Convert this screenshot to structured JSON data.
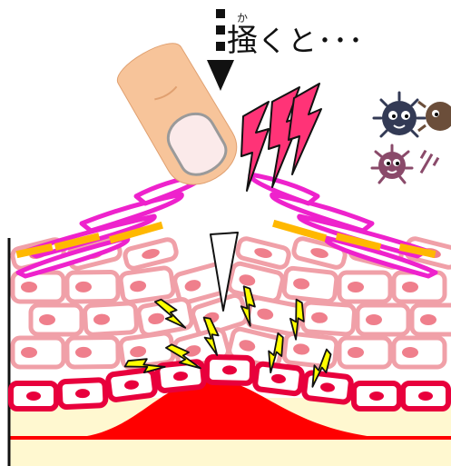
{
  "caption": {
    "ruby": "か",
    "kanji": "掻",
    "rest": "くと･･･"
  },
  "colors": {
    "skin_cell_stroke": "#f0a0a8",
    "skin_cell_fill": "#ffffff",
    "nucleus": "#ef7f8c",
    "surface_stroke": "#ee22cc",
    "surface_fill": "#ffffff",
    "keratin_yellow": "#ffb800",
    "basal_stroke": "#e8003c",
    "dermis_red": "#ff0000",
    "dermis_fill": "#fff8d0",
    "bolt_pink": "#ff3377",
    "bolt_yellow": "#ffff00",
    "germ_dark": "#333a55",
    "germ_brown": "#6b4e3a",
    "germ_purple": "#8a4a6a",
    "finger": "#f7c49a",
    "nail": "#fbeaea"
  },
  "icons": [
    "finger-icon",
    "down-arrow-icon",
    "germ-icon",
    "lightning-icon"
  ]
}
